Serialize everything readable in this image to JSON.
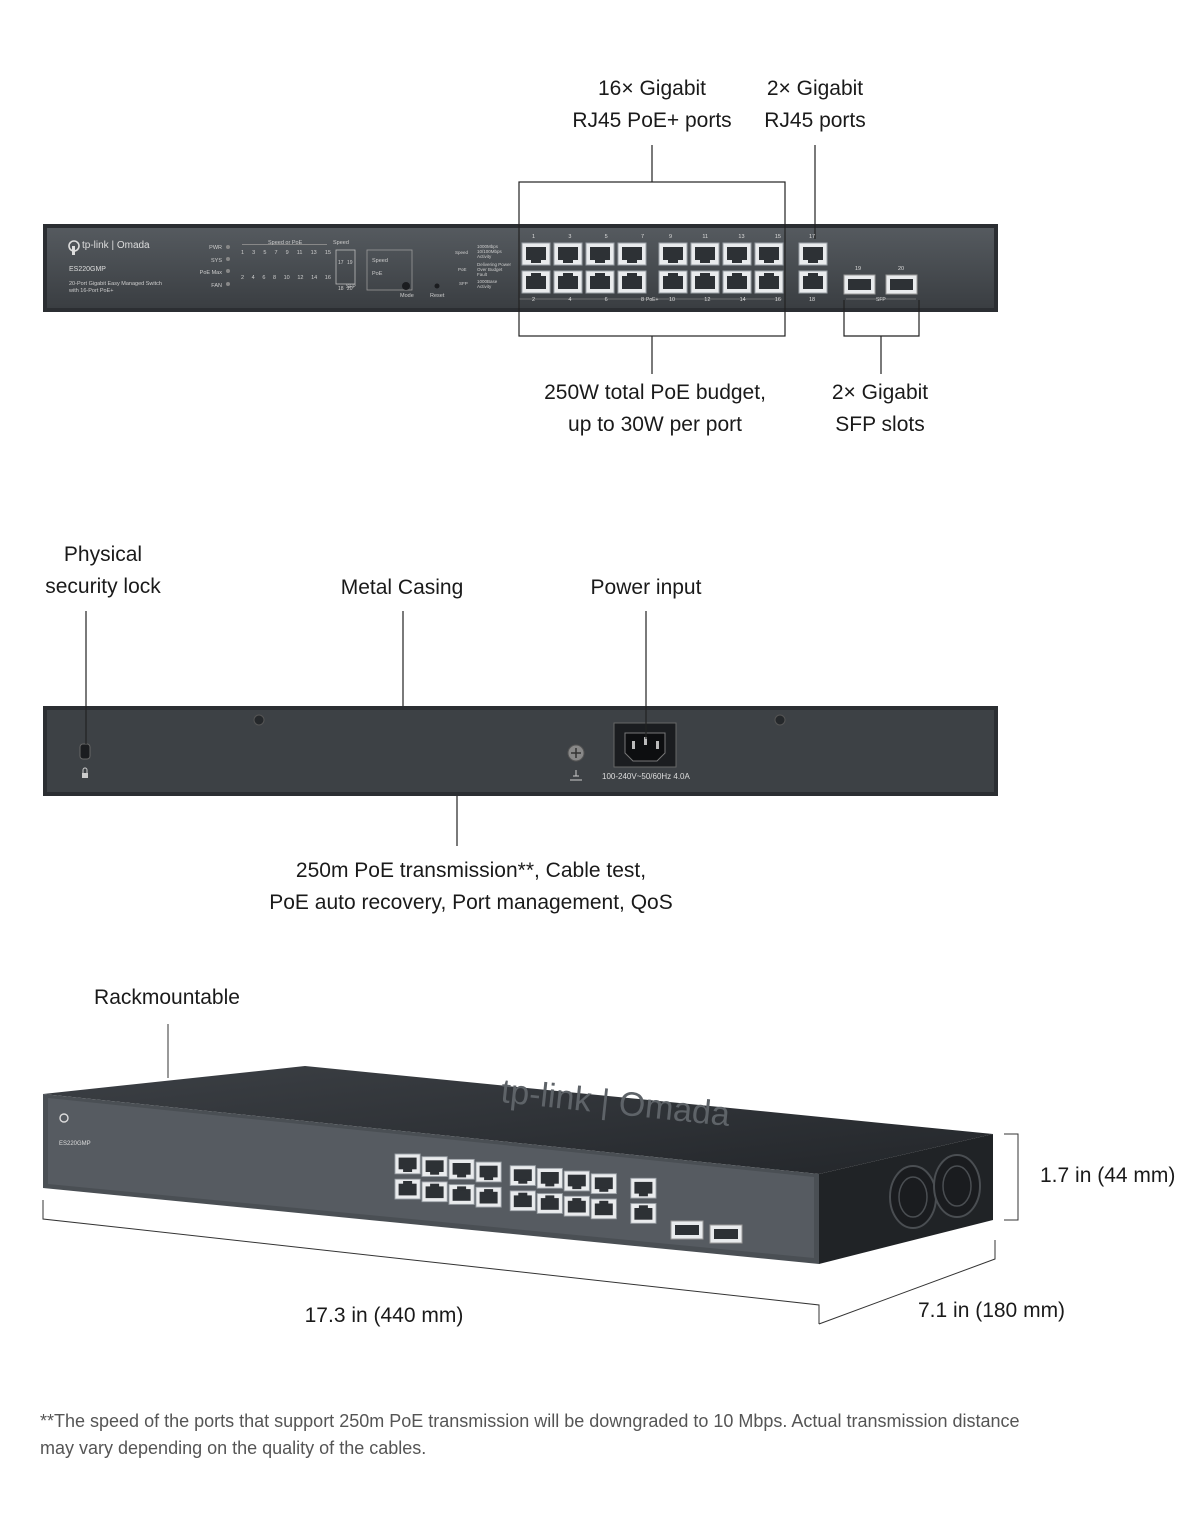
{
  "front_panel": {
    "callouts": {
      "rj45_poe_ports": [
        "16× Gigabit",
        "RJ45 PoE+ ports"
      ],
      "rj45_ports": [
        "2× Gigabit",
        "RJ45 ports"
      ],
      "poe_budget": [
        "250W total PoE budget,",
        "up to 30W per port"
      ],
      "sfp_slots": [
        "2× Gigabit",
        "SFP slots"
      ]
    },
    "device": {
      "brand": "tp-link | Omada",
      "model": "ES220GMP",
      "description": [
        "20-Port Gigabit Easy Managed Switch",
        "with 16-Port PoE+"
      ],
      "leds": [
        "PWR",
        "SYS",
        "PoE Max",
        "FAN"
      ],
      "speed_or_poe_label": "Speed or PoE",
      "top_port_numbers": [
        "1",
        "3",
        "5",
        "7",
        "9",
        "11",
        "13",
        "15"
      ],
      "bottom_port_numbers": [
        "2",
        "4",
        "6",
        "8",
        "10",
        "12",
        "14",
        "16"
      ],
      "speed_label": "Speed",
      "sfp_led_numbers": [
        "17",
        "19",
        "18",
        "20"
      ],
      "sfp_label": "SFP",
      "mode_options": [
        "Speed",
        "PoE"
      ],
      "mode_button": "Mode",
      "reset_button": "Reset",
      "legend_speed": {
        "title": "Speed",
        "items": [
          "1000Mbps",
          "10/100Mbps",
          "Activity"
        ]
      },
      "legend_poe": {
        "title": "PoE",
        "items": [
          "Delivering Power",
          "Over Budget",
          "Fault"
        ]
      },
      "legend_sfp": {
        "title": "SFP",
        "items": [
          "1000Base",
          "Activity"
        ]
      },
      "poe_group_label": "PoE+",
      "port_17": "17",
      "port_18": "18",
      "port_19": "19",
      "port_20": "20"
    }
  },
  "back_panel": {
    "callouts": {
      "security_lock": [
        "Physical",
        "security lock"
      ],
      "metal_casing": "Metal Casing",
      "power_input": "Power input",
      "features": [
        "250m PoE transmission**, Cable test,",
        "PoE auto recovery, Port management, QoS"
      ]
    },
    "power_rating": "100-240V~50/60Hz 4.0A"
  },
  "angled_view": {
    "callouts": {
      "rackmountable": "Rackmountable",
      "height": "1.7 in (44 mm)",
      "width": "17.3 in (440 mm)",
      "depth": "7.1 in (180 mm)"
    },
    "top_logo": "tp-link | Omada"
  },
  "footnote": "**The speed of the ports that support 250m PoE transmission will be downgraded to 10 Mbps. Actual transmission distance may vary depending on the quality of the cables."
}
